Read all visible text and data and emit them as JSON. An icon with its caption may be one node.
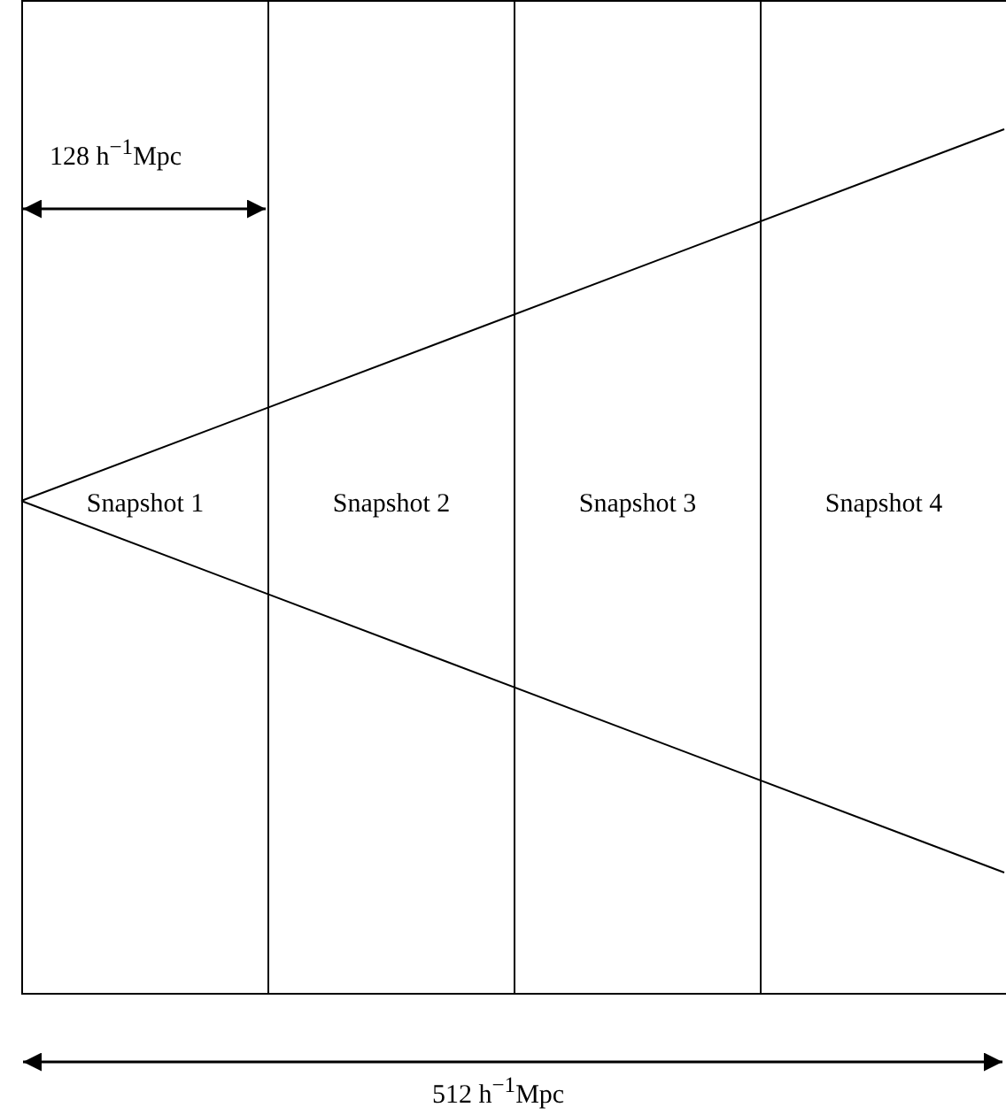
{
  "diagram": {
    "nodes": [
      {
        "text": [
          "Snapshot 1"
        ]
      },
      {
        "text": [
          "Snapshot 2"
        ]
      },
      {
        "text": [
          "Snapshot 3"
        ]
      },
      {
        "text": [
          "Snapshot 4"
        ]
      }
    ],
    "edges": [],
    "labels": [
      "128 h$^{−1}$Mpc",
      "512 h$^{−1}$Mpc"
    ]
  }
}
